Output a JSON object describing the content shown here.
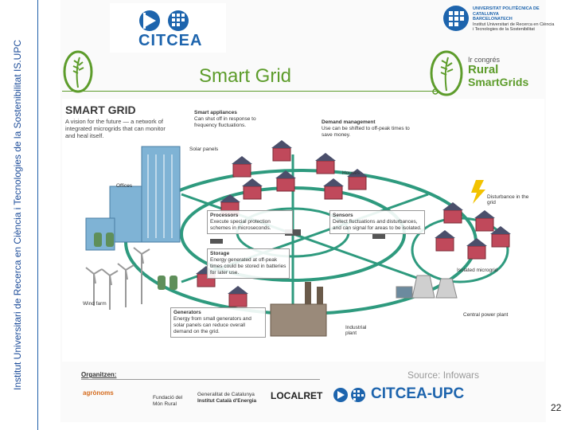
{
  "sidebar": {
    "text": "Institut Universitari de Recerca en Ciència i Tecnologies de la Sostenibilitat IS.UPC"
  },
  "header": {
    "citcea_logo": "CITCEA",
    "upc_logo_line1": "UNIVERSITAT POLITÈCNICA DE CATALUNYA",
    "upc_logo_line2": "BARCELONATECH",
    "upc_logo_line3": "Institut Universitari de Recerca en Ciència i Tecnologies de la Sostenibilitat",
    "title": "Smart Grid",
    "congress_line1": "Ir congrés",
    "congress_line2": "Rural",
    "congress_line3": "SmartGrids"
  },
  "infographic": {
    "title": "SMART GRID",
    "subtitle": "A vision for the future — a network of integrated microgrids that can monitor and heal itself.",
    "callouts": {
      "appliances_title": "Smart appliances",
      "appliances_text": "Can shut off in response to frequency fluctuations.",
      "demand_title": "Demand management",
      "demand_text": "Use can be shifted to off-peak times to save money.",
      "processors_title": "Processors",
      "processors_text": "Execute special protection schemes in microseconds.",
      "sensors_title": "Sensors",
      "sensors_text": "Detect fluctuations and disturbances, and can signal for areas to be isolated.",
      "storage_title": "Storage",
      "storage_text": "Energy generated at off-peak times could be stored in batteries for later use.",
      "generators_title": "Generators",
      "generators_text": "Energy from small generators and solar panels can reduce overall demand on the grid."
    },
    "labels": {
      "solar_panels": "Solar panels",
      "offices": "Offices",
      "houses": "Houses",
      "disturbance": "Disturbance in the grid",
      "isolated": "Isolated microgrid",
      "wind_farm": "Wind farm",
      "central_power": "Central power plant",
      "industrial": "Industrial plant"
    }
  },
  "footer": {
    "source": "Source: Infowars",
    "organizers_label": "Organitzen:",
    "org1": "agrònoms",
    "org2": "Fundació del Món Rural",
    "org3_line1": "Generalitat de Catalunya",
    "org3_line2": "Institut Català d'Energia",
    "org4": "LOCALRET",
    "org5": "CITCEA-UPC",
    "page_number": "22"
  },
  "colors": {
    "brand_blue": "#1d64ad",
    "brand_green": "#5d9c2b",
    "grid_green": "#2e9a7e"
  }
}
